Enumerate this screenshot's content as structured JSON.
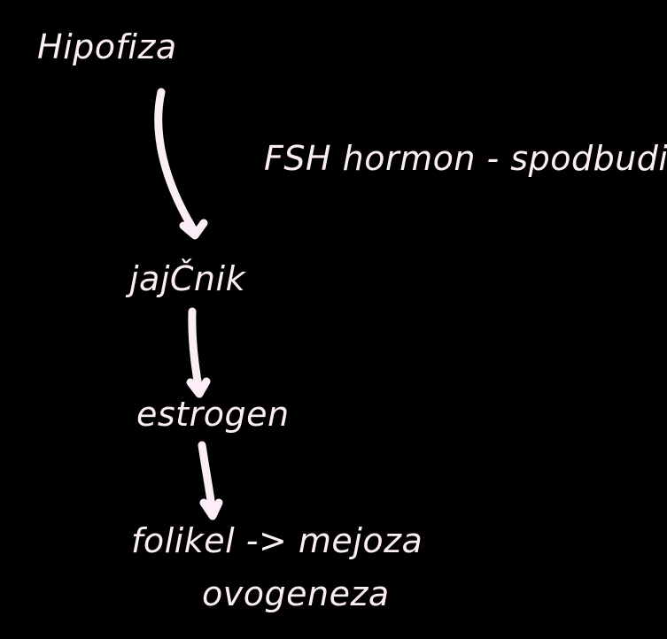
{
  "nodes": {
    "hipofiza": "Hipofiza",
    "fsh": "FSH hormon - spodbudi",
    "jajcnik": "jajČnik",
    "estrogen": "estrogen",
    "folikel": "folikel -> mejoza",
    "ovogeneza": "ovogeneza"
  },
  "colors": {
    "background": "#000000",
    "ink": "#fbeef6"
  }
}
